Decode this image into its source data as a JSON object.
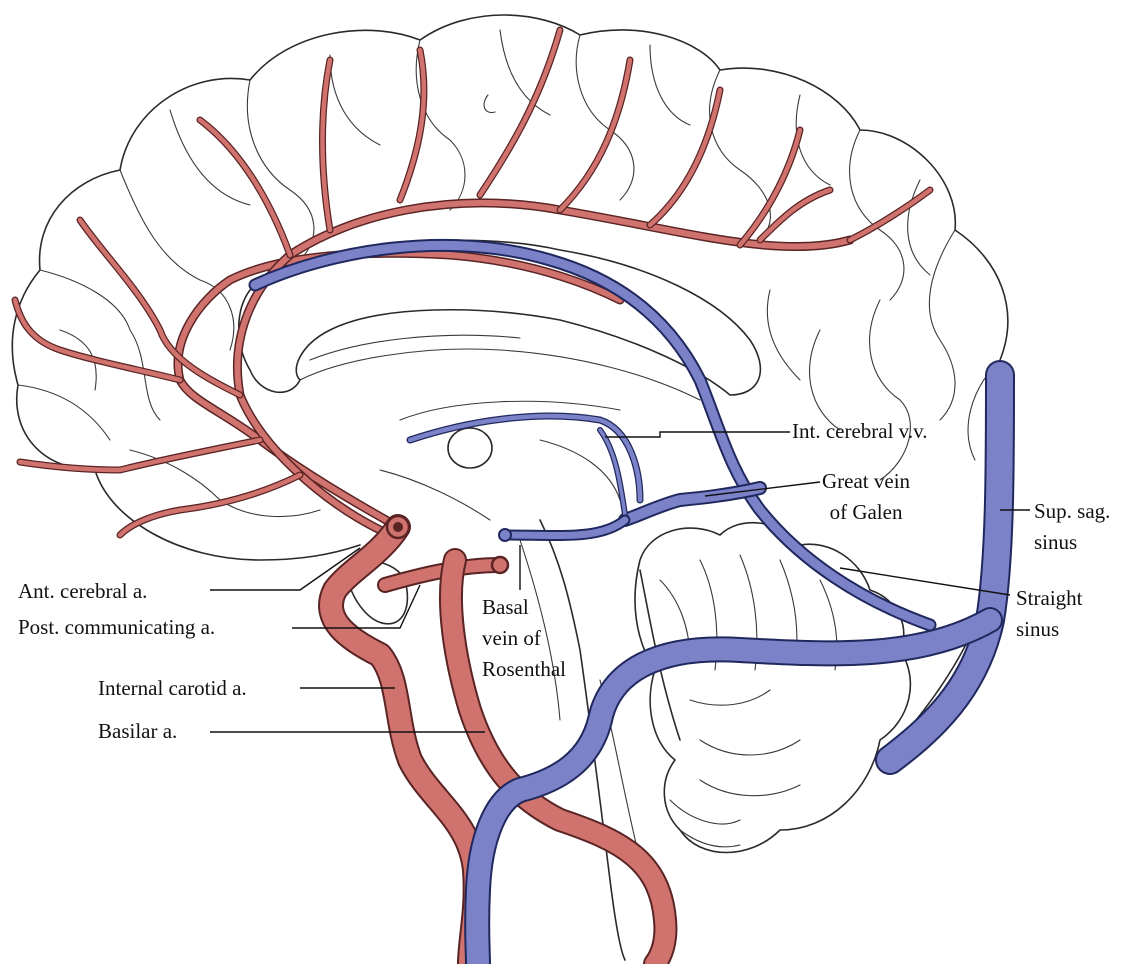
{
  "colors": {
    "artery": "#d0736f",
    "vein": "#7b82c8",
    "outline": "#2a2a2a"
  },
  "labels": {
    "int_cerebral": [
      "Int. cerebral v.v."
    ],
    "great_vein": [
      "Great vein",
      "of Galen"
    ],
    "sup_sag": [
      "Sup. sag.",
      "sinus"
    ],
    "straight": [
      "Straight",
      "sinus"
    ],
    "ant_cerebral": [
      "Ant. cerebral a."
    ],
    "post_comm": [
      "Post. communicating a."
    ],
    "basal_vein": [
      "Basal",
      "vein of",
      "Rosenthal"
    ],
    "internal_carotid": [
      "Internal carotid a."
    ],
    "basilar": [
      "Basilar a."
    ]
  }
}
